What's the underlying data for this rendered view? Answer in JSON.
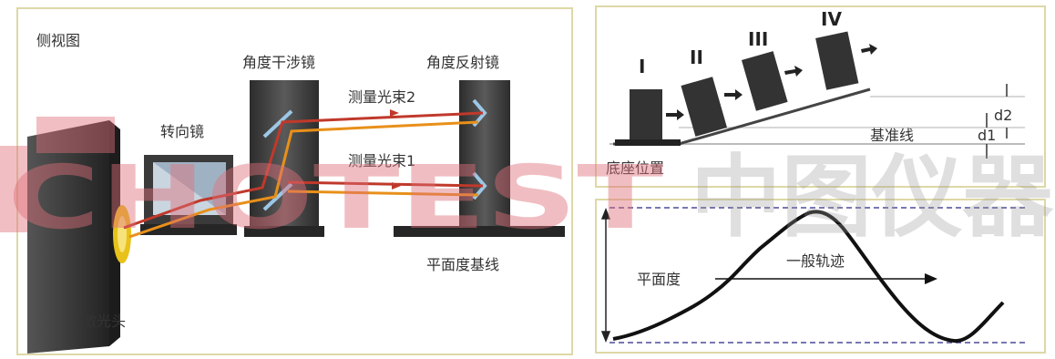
{
  "left": {
    "view_title": "侧视图",
    "interferometer_label": "角度干涉镜",
    "reflector_label": "角度反射镜",
    "turning_mirror_label": "转向镜",
    "beam2_label": "测量光束2",
    "beam1_label": "测量光束1",
    "baseline_label": "平面度基线",
    "laser_head_label": "激光头"
  },
  "top_right": {
    "positions": [
      "I",
      "II",
      "III",
      "IV"
    ],
    "reference_line_label": "基准线",
    "d1_label": "d1",
    "d2_label": "d2",
    "base_position_label": "底座位置"
  },
  "bottom_right": {
    "flatness_label": "平面度",
    "trajectory_label": "一般轨迹"
  },
  "watermark": {
    "latin": "CHOTEST",
    "cjk": "中图仪器"
  },
  "colors": {
    "beam_red": "#c0392b",
    "beam_orange": "#e8901a",
    "panel_border": "#ddd8a6",
    "watermark": "#e0707a",
    "device_dark": "#3a3a3a"
  }
}
